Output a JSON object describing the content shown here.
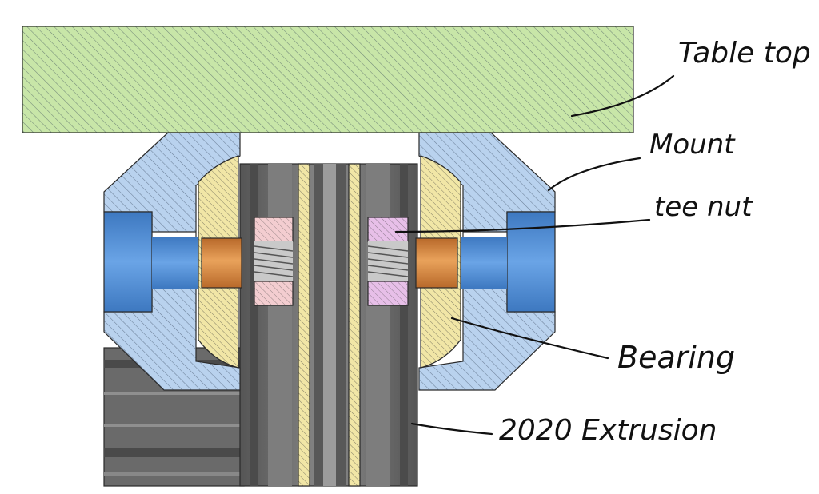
{
  "labels": {
    "table_top": "Table top",
    "mount": "Mount",
    "tee_nut": "tee nut",
    "bearing": "Bearing",
    "extrusion": "2020 Extrusion"
  },
  "colors": {
    "table_top": "#c8e6a8",
    "mount": "#b9d2ee",
    "mount_bore": "#4f8fd8",
    "bearing": "#f1e6a6",
    "bearing_shaft": "#d98a3c",
    "tee_nut_left": "#f3cdd0",
    "tee_nut_right": "#e7bfe8",
    "extrusion": "#6f6f6f",
    "extrusion_inner": "#9a9a9a",
    "extrusion_face": "#3f3f3f",
    "hatch": "#2d3d52",
    "ink": "#111111"
  }
}
